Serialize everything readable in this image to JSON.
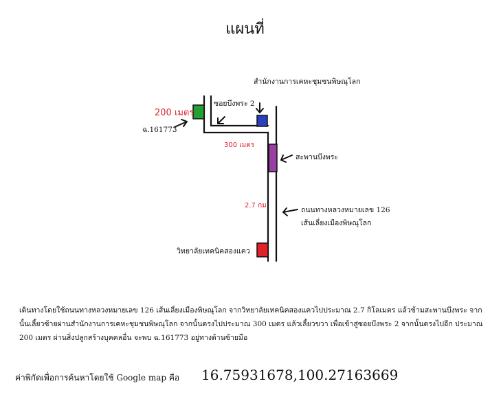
{
  "title": "แผนที่",
  "labels": {
    "office": "สำนักงานการเคหะชุมชนพิษณุโลก",
    "soi": "ซอยบึงพระ 2",
    "dist_200": "200 เมตร",
    "target": "ฉ.161773",
    "dist_300": "300 เมตร",
    "bridge": "สะพานบึงพระ",
    "dist_27": "2.7 กม",
    "highway_line1": "ถนนทางหลวงหมายเลข 126",
    "highway_line2": "เส้นเลี่ยงเมืองพิษณุโลก",
    "college": "วิทยาลัยเทคนิคสองแคว"
  },
  "colors": {
    "target_marker": "#22a035",
    "office_marker": "#2c3fc2",
    "bridge_marker": "#9a3ea6",
    "college_marker": "#e2222b",
    "distance_text": "#e0252d"
  },
  "directions": "เดินทางโดยใช้ถนนทางหลวงหมายเลข 126 เส้นเลี่ยงเมืองพิษณุโลก จากวิทยาลัยเทคนิคสองแควไปประมาณ 2.7 กิโลเมตร แล้วข้ามสะพานบึงพระ จากนั้นเลี้ยวซ้ายผ่านสำนักงานการเคหะชุมชนพิษณุโลก จากนั้นตรงไปประมาณ 300 เมตร แล้วเลี้ยวขวา เพื่อเข้าสู่ซอยบึงพระ 2 จากนั้นตรงไปอีก ประมาณ 200 เมตร ผ่านสิ่งปลูกสร้างบุคคลอื่น จะพบ ฉ.161773 อยู่ทางด้านซ้ายมือ",
  "coordinates": {
    "label": "ค่าพิกัดเพื่อการค้นหาโดยใช้ Google map คือ",
    "value": "16.75931678,100.27163669"
  }
}
